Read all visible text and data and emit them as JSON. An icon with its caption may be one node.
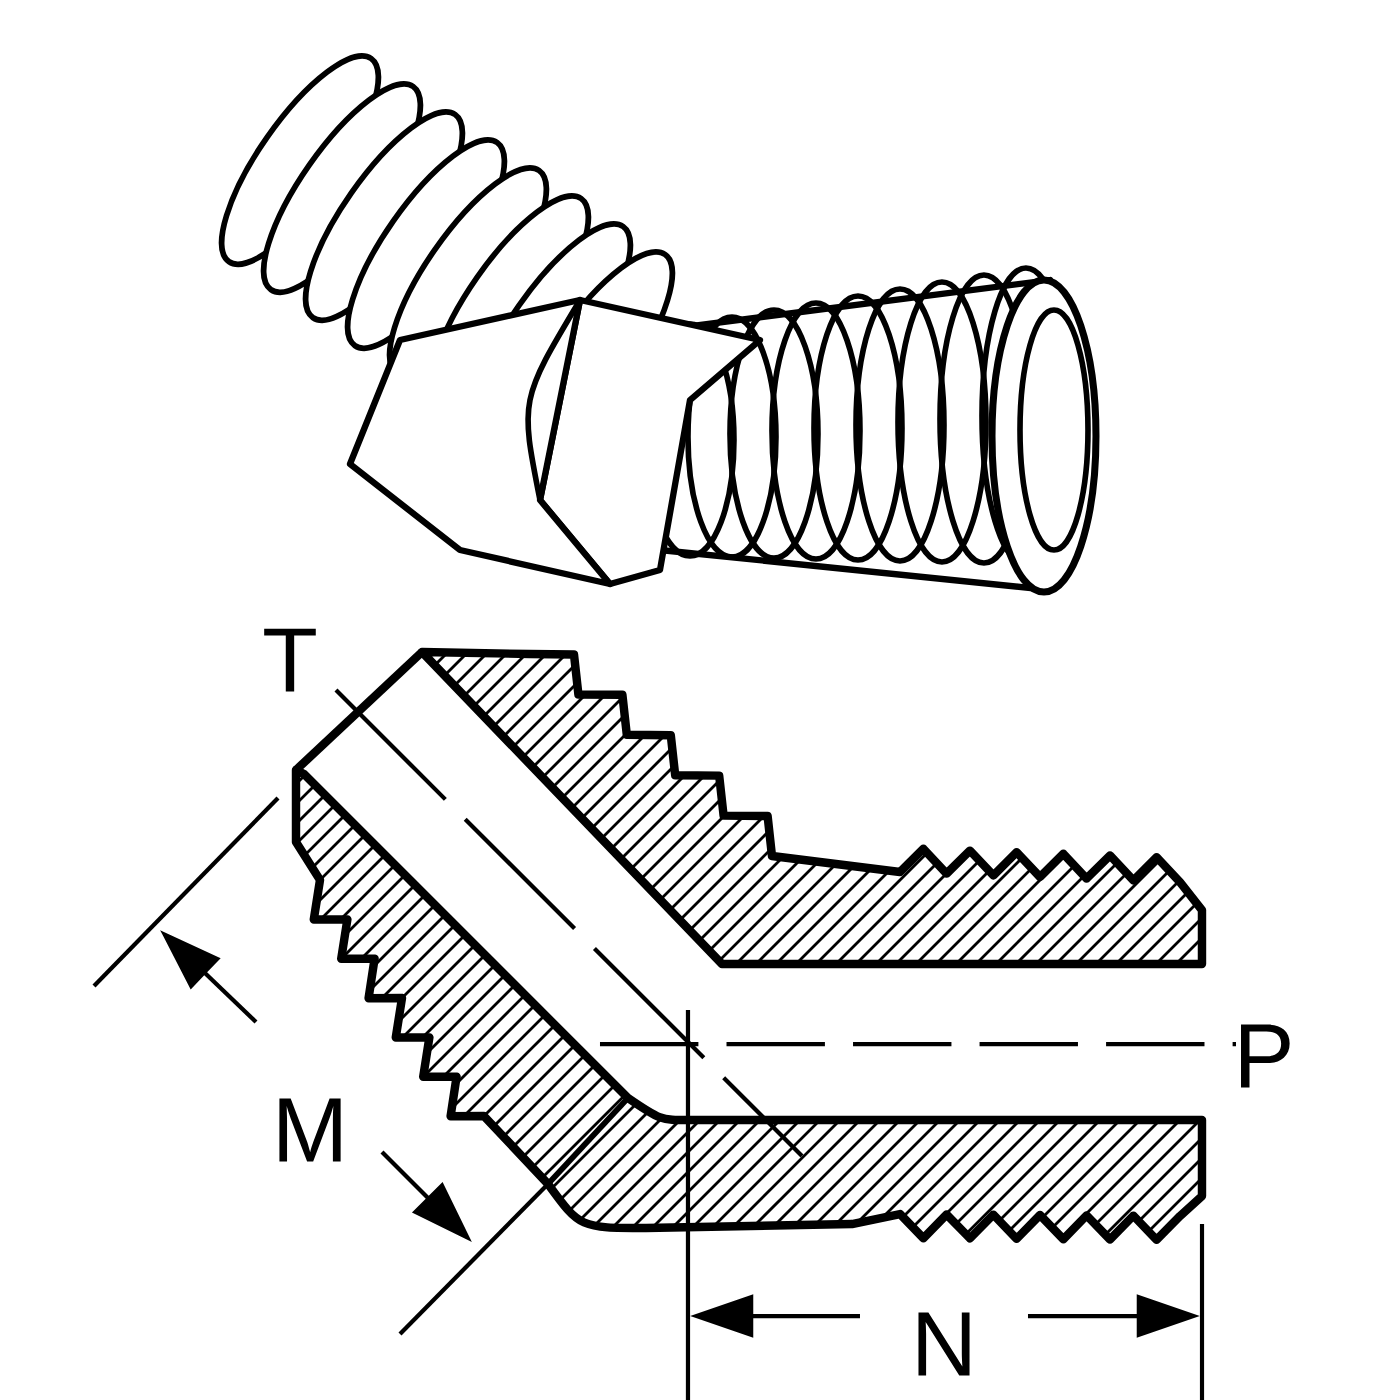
{
  "diagram": {
    "labels": [
      "T",
      "P",
      "M",
      "N"
    ]
  }
}
